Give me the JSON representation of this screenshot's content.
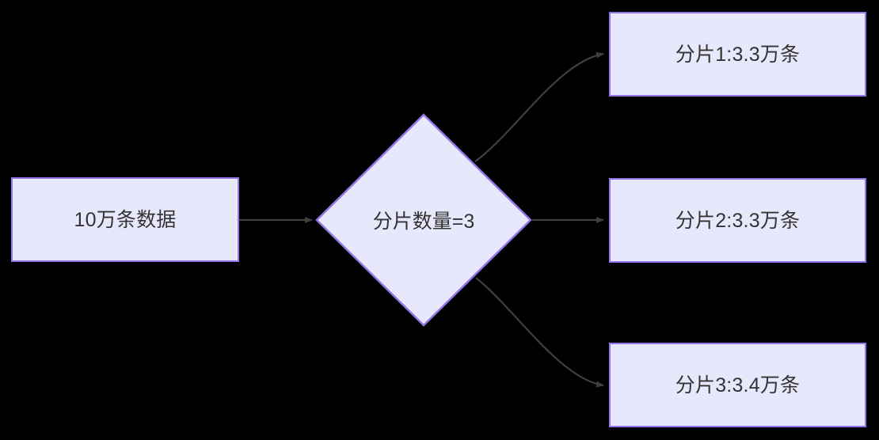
{
  "diagram": {
    "type": "flowchart",
    "direction": "left-to-right",
    "background_color": "#000000",
    "node_fill_color": "#e8e8fc",
    "node_border_color": "#9575e8",
    "node_text_color": "#333333",
    "edge_color": "#3f3f3f",
    "nodes": [
      {
        "id": "source",
        "shape": "rectangle",
        "label": "10万条数据"
      },
      {
        "id": "decision",
        "shape": "diamond",
        "label": "分片数量=3"
      },
      {
        "id": "shard1",
        "shape": "rectangle",
        "label": "分片1:3.3万条"
      },
      {
        "id": "shard2",
        "shape": "rectangle",
        "label": "分片2:3.3万条"
      },
      {
        "id": "shard3",
        "shape": "rectangle",
        "label": "分片3:3.4万条"
      }
    ],
    "edges": [
      {
        "id": "edge-source-decision",
        "from": "source",
        "to": "decision",
        "label": "",
        "style": "straight-arrow"
      },
      {
        "id": "edge-decision-shard1",
        "from": "decision",
        "to": "shard1",
        "label": "",
        "style": "curved-arrow"
      },
      {
        "id": "edge-decision-shard2",
        "from": "decision",
        "to": "shard2",
        "label": "",
        "style": "straight-arrow"
      },
      {
        "id": "edge-decision-shard3",
        "from": "decision",
        "to": "shard3",
        "label": "",
        "style": "curved-arrow"
      }
    ]
  }
}
